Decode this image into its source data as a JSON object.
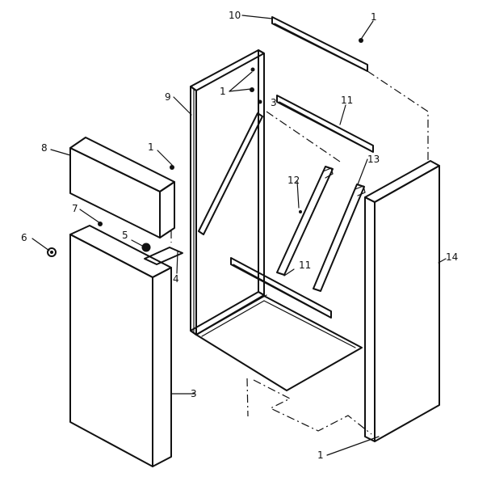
{
  "diagram": {
    "callouts": [
      {
        "id": "c1-top",
        "text": "1"
      },
      {
        "id": "c1-mid",
        "text": "1"
      },
      {
        "id": "c1-left",
        "text": "1"
      },
      {
        "id": "c1-bottom",
        "text": "1"
      },
      {
        "id": "c3",
        "text": "3"
      },
      {
        "id": "c4",
        "text": "4"
      },
      {
        "id": "c5",
        "text": "5"
      },
      {
        "id": "c6",
        "text": "6"
      },
      {
        "id": "c7",
        "text": "7"
      },
      {
        "id": "c8",
        "text": "8"
      },
      {
        "id": "c9",
        "text": "9"
      },
      {
        "id": "c10",
        "text": "10"
      },
      {
        "id": "c11-upper",
        "text": "11"
      },
      {
        "id": "c11-lower",
        "text": "11"
      },
      {
        "id": "c12",
        "text": "12"
      },
      {
        "id": "c13",
        "text": "13"
      },
      {
        "id": "c14",
        "text": "14"
      }
    ]
  }
}
